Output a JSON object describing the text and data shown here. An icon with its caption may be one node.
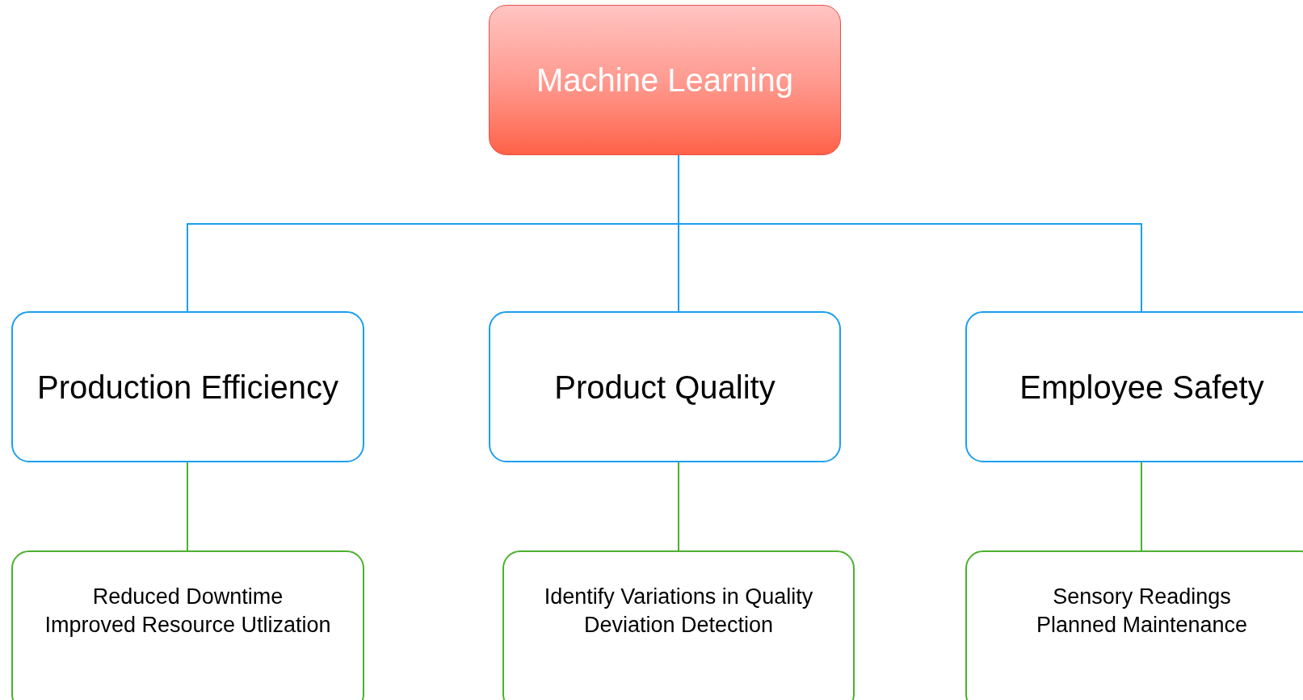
{
  "diagram": {
    "nodes": [
      {
        "text": [
          "Machine Learning"
        ]
      },
      {
        "text": [
          "Production Efficiency"
        ]
      },
      {
        "text": [
          "Product Quality"
        ]
      },
      {
        "text": [
          "Employee Safety"
        ]
      },
      {
        "text": [
          "Reduced Downtime",
          "Improved Resource Utlization"
        ]
      },
      {
        "text": [
          "Identify Variations in Quality",
          "Deviation Detection"
        ]
      },
      {
        "text": [
          "Sensory Readings",
          "Planned Maintenance"
        ]
      }
    ],
    "edges": [
      {
        "from": 0,
        "to": 1,
        "arrow": "none",
        "color": "#1a9ff0"
      },
      {
        "from": 0,
        "to": 2,
        "arrow": "none",
        "color": "#1a9ff0"
      },
      {
        "from": 0,
        "to": 3,
        "arrow": "none",
        "color": "#1a9ff0"
      },
      {
        "from": 1,
        "to": 4,
        "arrow": "none",
        "color": "#4cb030"
      },
      {
        "from": 2,
        "to": 5,
        "arrow": "none",
        "color": "#4cb030"
      },
      {
        "from": 3,
        "to": 6,
        "arrow": "none",
        "color": "#4cb030"
      }
    ]
  }
}
